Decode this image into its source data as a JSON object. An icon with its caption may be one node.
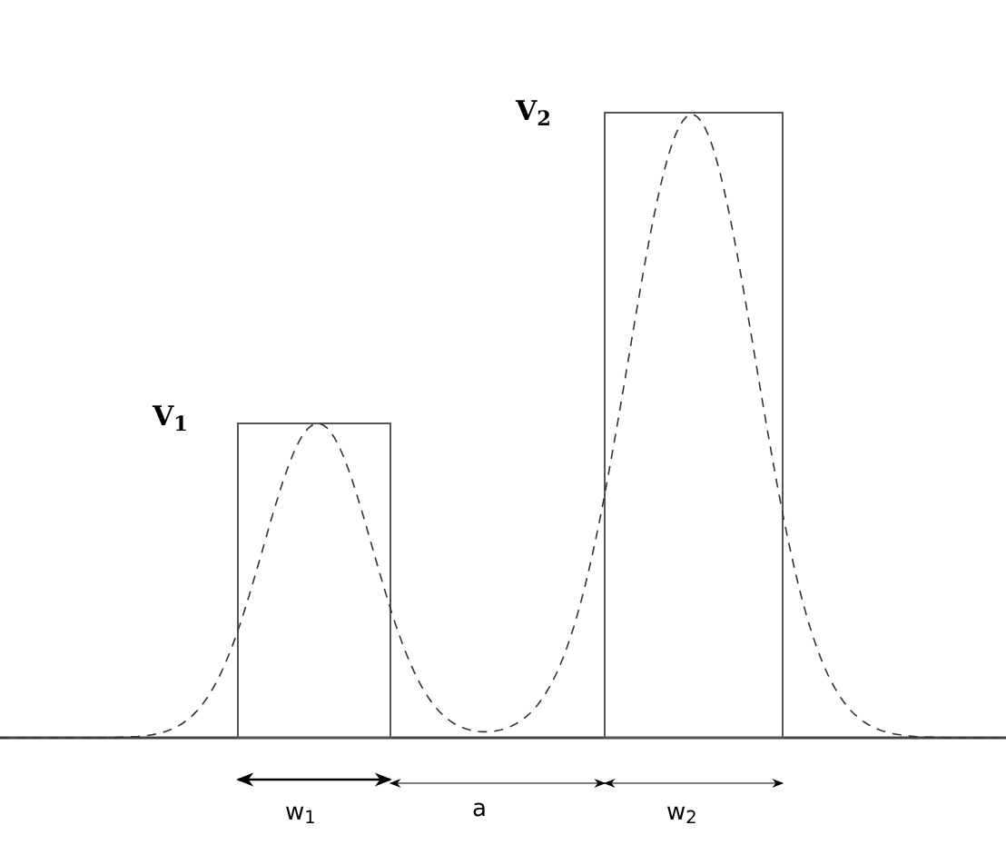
{
  "diagram": {
    "labels": [
      "V$_{2}$",
      "V$_{1}$",
      "w$_{1}$",
      "a",
      "w$_{2}$"
    ]
  }
}
